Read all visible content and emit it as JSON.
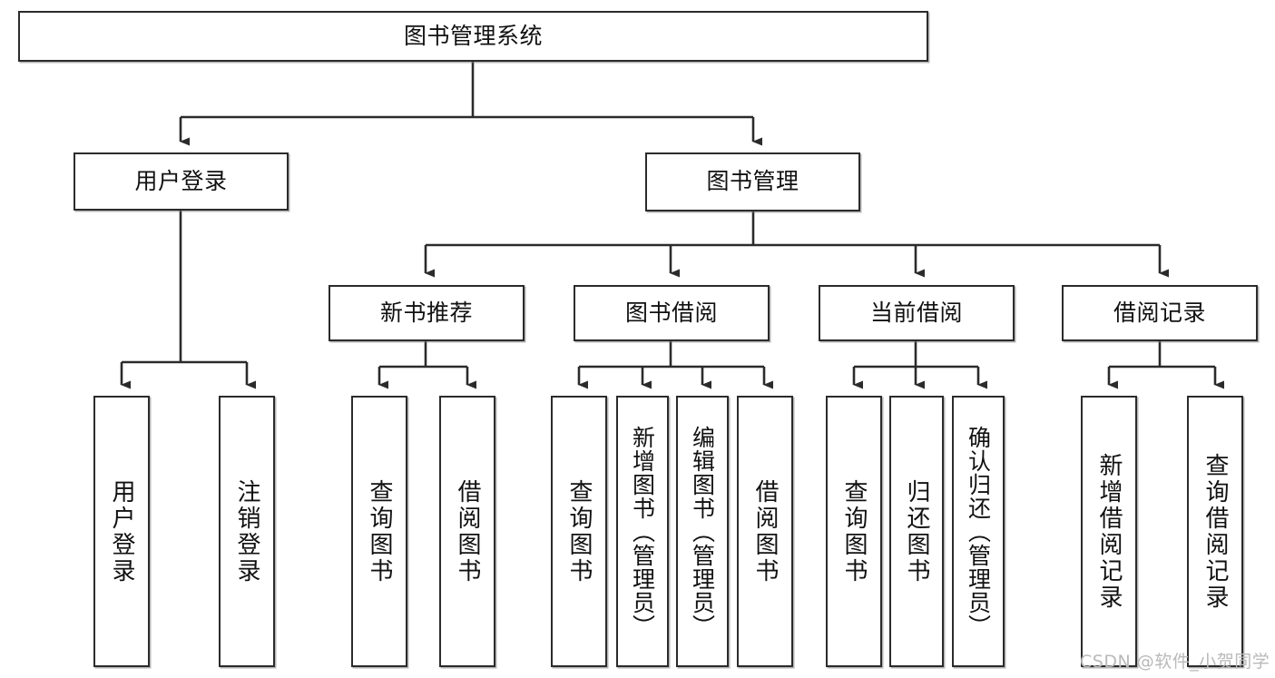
{
  "diagram": {
    "type": "tree-hierarchy-chart",
    "title": "图书管理系统",
    "orientation": "top-down",
    "colors": {
      "box_border": "#2b2b2b",
      "box_fill": "#ffffff",
      "connector": "#2b2b2b",
      "background": "#ffffff",
      "watermark": "#b9b9b9"
    },
    "root": {
      "label": "图书管理系统"
    },
    "level1": [
      {
        "label": "用户登录"
      },
      {
        "label": "图书管理"
      }
    ],
    "level2": [
      {
        "label": "新书推荐"
      },
      {
        "label": "图书借阅"
      },
      {
        "label": "当前借阅"
      },
      {
        "label": "借阅记录"
      }
    ],
    "leaves": {
      "user_login": [
        {
          "label": "用户登录"
        },
        {
          "label": "注销登录"
        }
      ],
      "new_book_recommend": [
        {
          "label": "查询图书"
        },
        {
          "label": "借阅图书"
        }
      ],
      "book_borrow": [
        {
          "label": "查询图书"
        },
        {
          "label": "新增图书（管理员）"
        },
        {
          "label": "编辑图书（管理员）"
        },
        {
          "label": "借阅图书"
        }
      ],
      "current_borrow": [
        {
          "label": "查询图书"
        },
        {
          "label": "归还图书"
        },
        {
          "label": "确认归还（管理员）"
        }
      ],
      "borrow_record": [
        {
          "label": "新增借阅记录"
        },
        {
          "label": "查询借阅记录"
        }
      ]
    },
    "watermark": {
      "text": "CSDN @软件_小贺同学"
    }
  }
}
